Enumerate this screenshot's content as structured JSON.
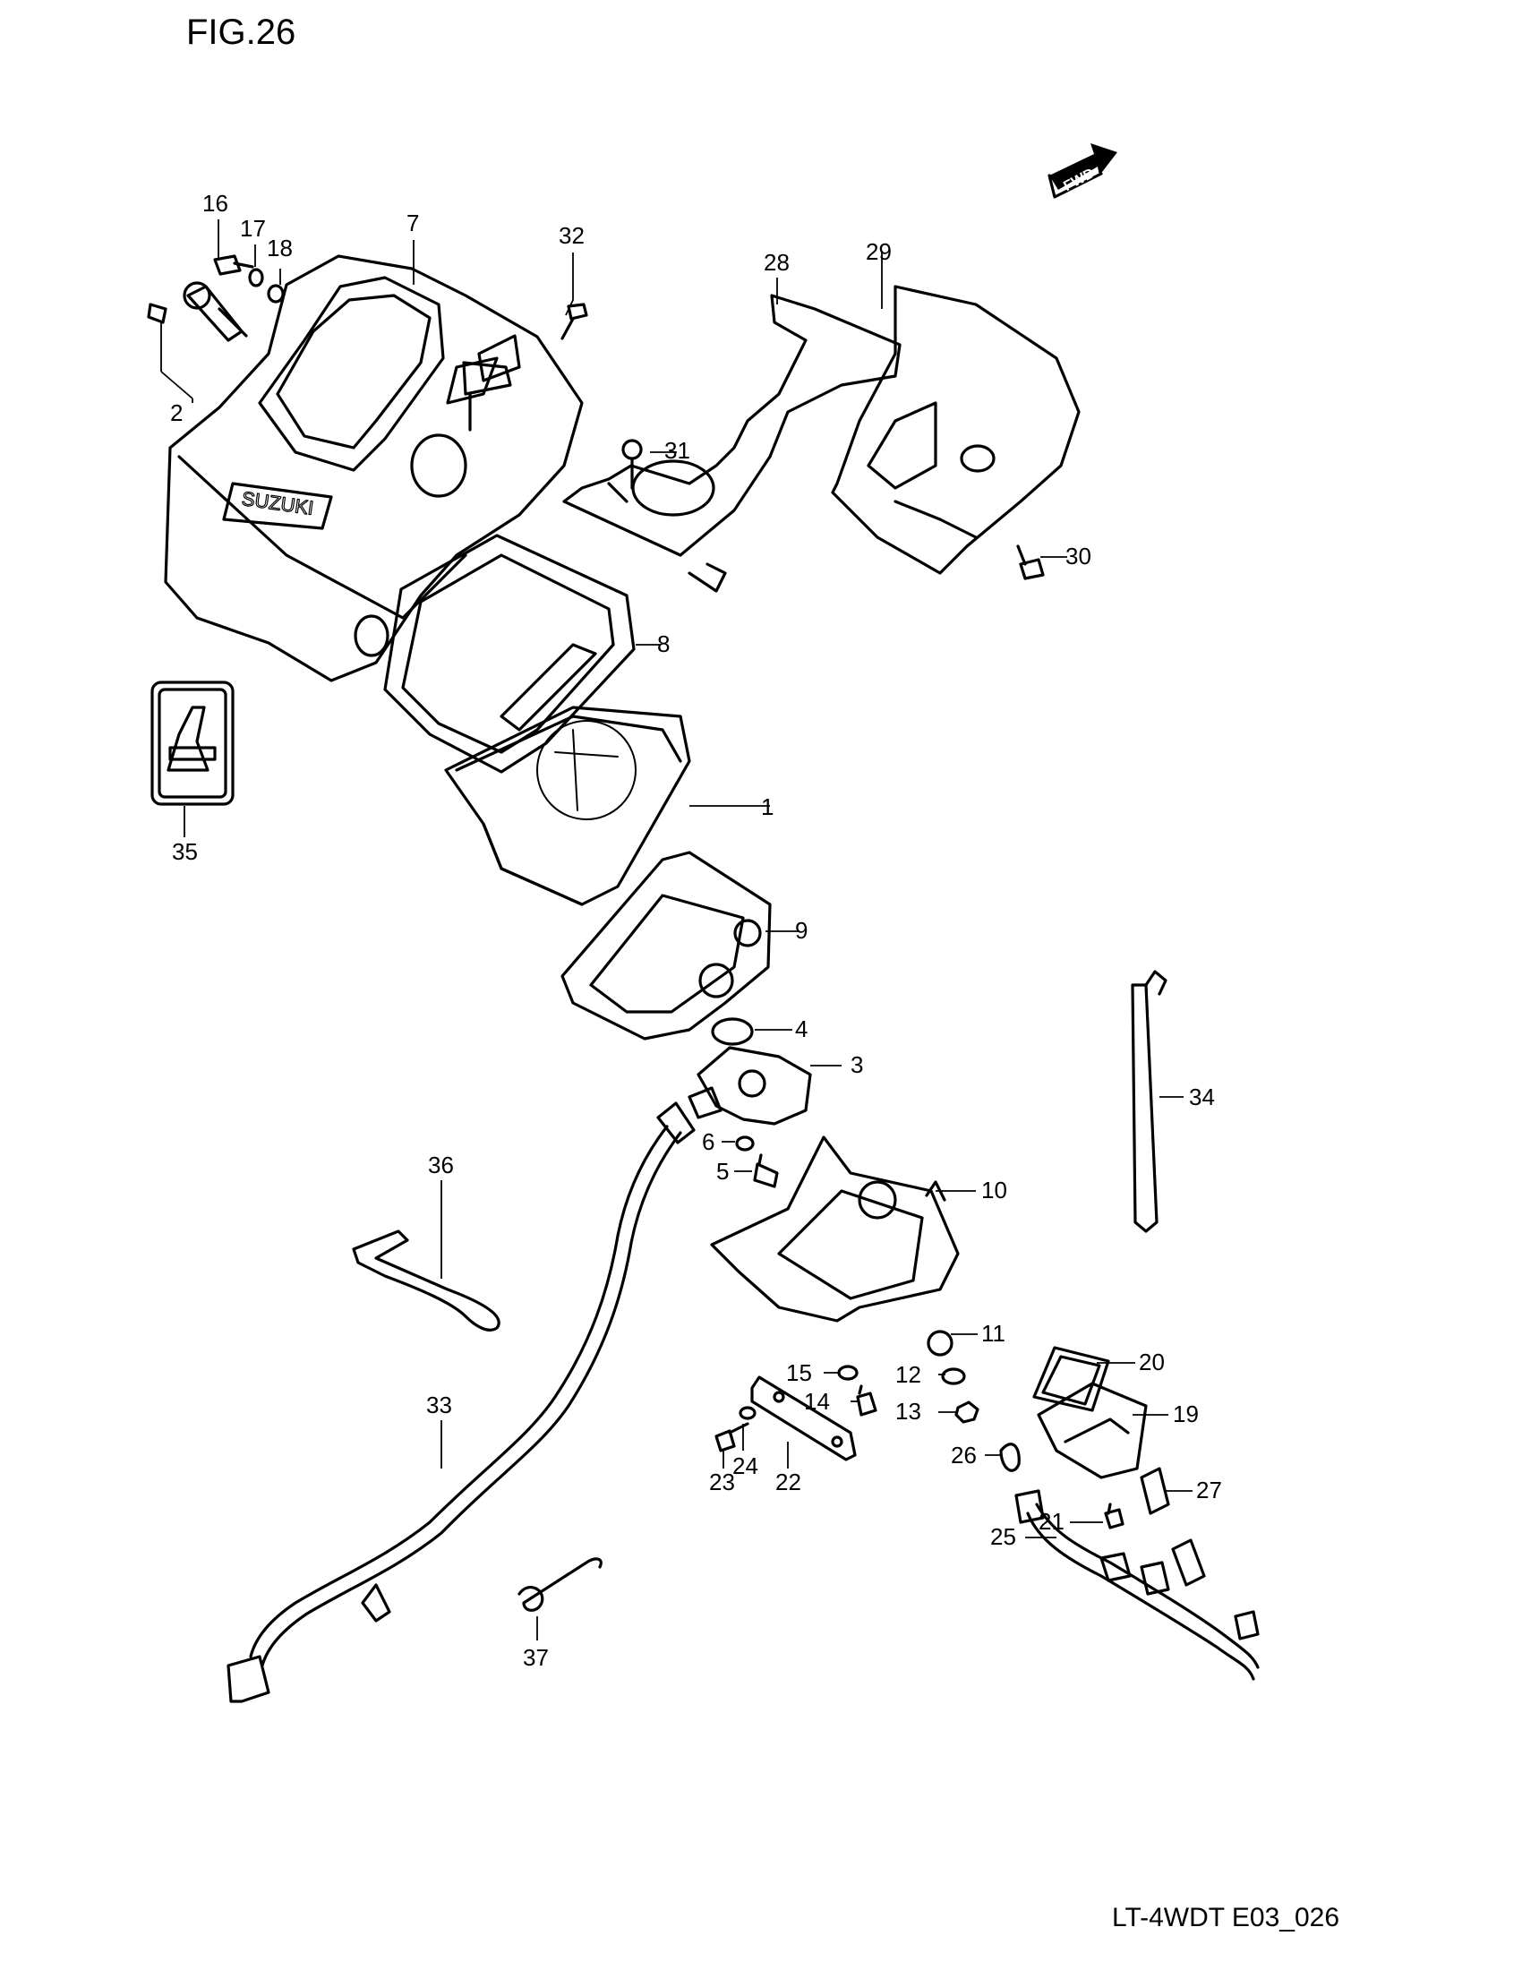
{
  "figure_title": "FIG.26",
  "footer_code": "LT-4WDT E03_026",
  "direction_tag": "FWD",
  "brand_lettering": "SUZUKI",
  "callouts": [
    "1",
    "2",
    "3",
    "4",
    "5",
    "6",
    "7",
    "8",
    "9",
    "10",
    "11",
    "12",
    "13",
    "14",
    "15",
    "16",
    "17",
    "18",
    "19",
    "20",
    "21",
    "22",
    "23",
    "24",
    "25",
    "26",
    "27",
    "28",
    "29",
    "30",
    "31",
    "32",
    "33",
    "34",
    "35",
    "36",
    "37"
  ]
}
